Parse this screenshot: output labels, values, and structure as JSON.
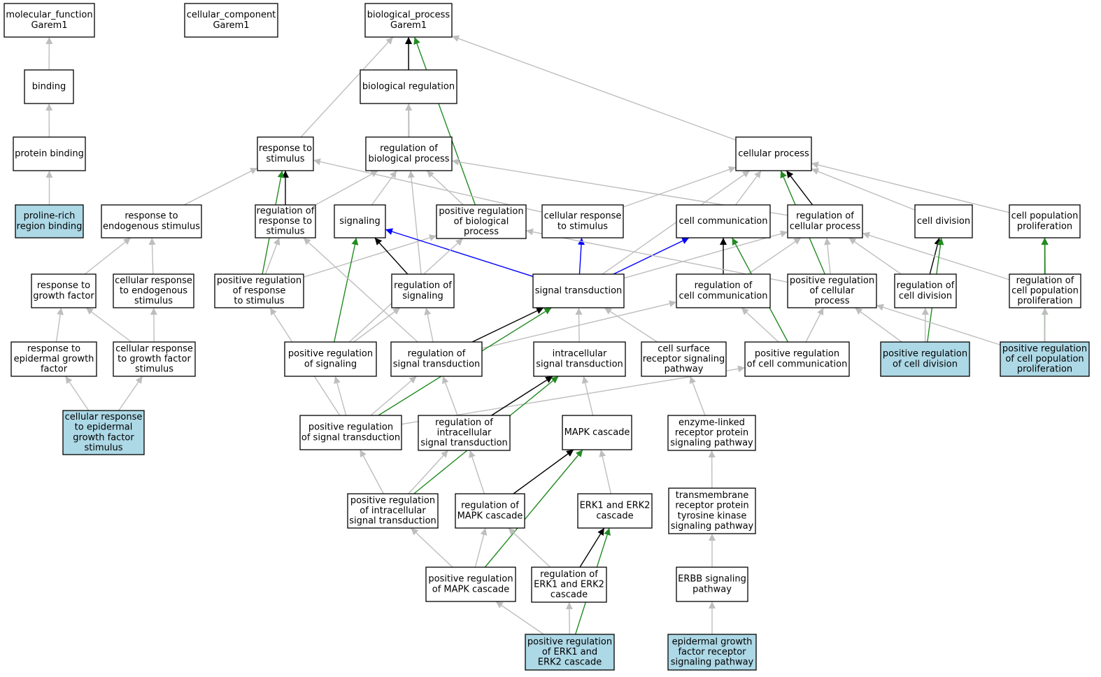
{
  "colors": {
    "leaf_fill": "#add8e6",
    "node_fill": "#ffffff",
    "is_a_edge": "#bebebe",
    "part_of_edge": "#000000",
    "positively_regulates_edge": "#228b22",
    "regulates_edge": "#0000ff"
  },
  "nodes": [
    {
      "id": "mf",
      "lines": [
        "molecular_function",
        "Garem1"
      ],
      "highlight": false
    },
    {
      "id": "cc",
      "lines": [
        "cellular_component",
        "Garem1"
      ],
      "highlight": false
    },
    {
      "id": "bp",
      "lines": [
        "biological_process",
        "Garem1"
      ],
      "highlight": false
    },
    {
      "id": "binding",
      "lines": [
        "binding"
      ],
      "highlight": false
    },
    {
      "id": "protbind",
      "lines": [
        "protein binding"
      ],
      "highlight": false
    },
    {
      "id": "proline",
      "lines": [
        "proline-rich",
        "region binding"
      ],
      "highlight": true
    },
    {
      "id": "bioreg",
      "lines": [
        "biological regulation"
      ],
      "highlight": false
    },
    {
      "id": "respstim",
      "lines": [
        "response to",
        "stimulus"
      ],
      "highlight": false
    },
    {
      "id": "regbio",
      "lines": [
        "regulation of",
        "biological process"
      ],
      "highlight": false
    },
    {
      "id": "cellproc",
      "lines": [
        "cellular process"
      ],
      "highlight": false
    },
    {
      "id": "respendo",
      "lines": [
        "response to",
        "endogenous stimulus"
      ],
      "highlight": false
    },
    {
      "id": "regresp",
      "lines": [
        "regulation of",
        "response to",
        "stimulus"
      ],
      "highlight": false
    },
    {
      "id": "signaling",
      "lines": [
        "signaling"
      ],
      "highlight": false
    },
    {
      "id": "posregbio",
      "lines": [
        "positive regulation",
        "of biological",
        "process"
      ],
      "highlight": false
    },
    {
      "id": "cellrespstim",
      "lines": [
        "cellular response",
        "to stimulus"
      ],
      "highlight": false
    },
    {
      "id": "cellcomm",
      "lines": [
        "cell communication"
      ],
      "highlight": false
    },
    {
      "id": "regcellproc",
      "lines": [
        "regulation of",
        "cellular process"
      ],
      "highlight": false
    },
    {
      "id": "celldiv",
      "lines": [
        "cell division"
      ],
      "highlight": false
    },
    {
      "id": "cellpop",
      "lines": [
        "cell population",
        "proliferation"
      ],
      "highlight": false
    },
    {
      "id": "respgf",
      "lines": [
        "response to",
        "growth factor"
      ],
      "highlight": false
    },
    {
      "id": "cellrespendo",
      "lines": [
        "cellular response",
        "to endogenous",
        "stimulus"
      ],
      "highlight": false
    },
    {
      "id": "posregresp",
      "lines": [
        "positive regulation",
        "of response",
        "to stimulus"
      ],
      "highlight": false
    },
    {
      "id": "regsig",
      "lines": [
        "regulation of",
        "signaling"
      ],
      "highlight": false
    },
    {
      "id": "sigtrans",
      "lines": [
        "signal transduction"
      ],
      "highlight": false
    },
    {
      "id": "regcellcomm",
      "lines": [
        "regulation of",
        "cell communication"
      ],
      "highlight": false
    },
    {
      "id": "posregcellproc",
      "lines": [
        "positive regulation",
        "of cellular",
        "process"
      ],
      "highlight": false
    },
    {
      "id": "regcelldiv",
      "lines": [
        "regulation of",
        "cell division"
      ],
      "highlight": false
    },
    {
      "id": "regcellpop",
      "lines": [
        "regulation of",
        "cell population",
        "proliferation"
      ],
      "highlight": false
    },
    {
      "id": "respegf",
      "lines": [
        "response to",
        "epidermal growth",
        "factor"
      ],
      "highlight": false
    },
    {
      "id": "cellrespgf",
      "lines": [
        "cellular response",
        "to growth factor",
        "stimulus"
      ],
      "highlight": false
    },
    {
      "id": "posregsig",
      "lines": [
        "positive regulation",
        "of signaling"
      ],
      "highlight": false
    },
    {
      "id": "regsigtrans",
      "lines": [
        "regulation of",
        "signal transduction"
      ],
      "highlight": false
    },
    {
      "id": "intrasig",
      "lines": [
        "intracellular",
        "signal transduction"
      ],
      "highlight": false
    },
    {
      "id": "cellsurf",
      "lines": [
        "cell surface",
        "receptor signaling",
        "pathway"
      ],
      "highlight": false
    },
    {
      "id": "posregcellcomm",
      "lines": [
        "positive regulation",
        "of cell communication"
      ],
      "highlight": false
    },
    {
      "id": "posregcelldiv",
      "lines": [
        "positive regulation",
        "of cell division"
      ],
      "highlight": true
    },
    {
      "id": "posregcellpop",
      "lines": [
        "positive regulation",
        "of cell population",
        "proliferation"
      ],
      "highlight": true
    },
    {
      "id": "cellrespegf",
      "lines": [
        "cellular response",
        "to epidermal",
        "growth factor",
        "stimulus"
      ],
      "highlight": true
    },
    {
      "id": "posregsigtrans",
      "lines": [
        "positive regulation",
        "of signal transduction"
      ],
      "highlight": false
    },
    {
      "id": "regintra",
      "lines": [
        "regulation of",
        "intracellular",
        "signal transduction"
      ],
      "highlight": false
    },
    {
      "id": "mapk",
      "lines": [
        "MAPK cascade"
      ],
      "highlight": false
    },
    {
      "id": "enzyme",
      "lines": [
        "enzyme-linked",
        "receptor protein",
        "signaling pathway"
      ],
      "highlight": false
    },
    {
      "id": "posregintra",
      "lines": [
        "positive regulation",
        "of intracellular",
        "signal transduction"
      ],
      "highlight": false
    },
    {
      "id": "regmapk",
      "lines": [
        "regulation of",
        "MAPK cascade"
      ],
      "highlight": false
    },
    {
      "id": "erk",
      "lines": [
        "ERK1 and ERK2",
        "cascade"
      ],
      "highlight": false
    },
    {
      "id": "rtk",
      "lines": [
        "transmembrane",
        "receptor protein",
        "tyrosine kinase",
        "signaling pathway"
      ],
      "highlight": false
    },
    {
      "id": "posregmapk",
      "lines": [
        "positive regulation",
        "of MAPK cascade"
      ],
      "highlight": false
    },
    {
      "id": "regerk",
      "lines": [
        "regulation of",
        "ERK1 and ERK2",
        "cascade"
      ],
      "highlight": false
    },
    {
      "id": "erbb",
      "lines": [
        "ERBB signaling",
        "pathway"
      ],
      "highlight": false
    },
    {
      "id": "posregerk",
      "lines": [
        "positive regulation",
        "of ERK1 and",
        "ERK2 cascade"
      ],
      "highlight": true
    },
    {
      "id": "egfr",
      "lines": [
        "epidermal growth",
        "factor receptor",
        "signaling pathway"
      ],
      "highlight": true
    }
  ],
  "edges": [
    {
      "from": "binding",
      "to": "mf",
      "type": "is_a"
    },
    {
      "from": "protbind",
      "to": "binding",
      "type": "is_a"
    },
    {
      "from": "proline",
      "to": "protbind",
      "type": "is_a"
    },
    {
      "from": "bioreg",
      "to": "bp",
      "type": "is_a"
    },
    {
      "from": "respstim",
      "to": "bp",
      "type": "is_a"
    },
    {
      "from": "regbio",
      "to": "bp",
      "type": "part_of"
    },
    {
      "from": "regbio",
      "to": "bioreg",
      "type": "is_a"
    },
    {
      "from": "posregbio",
      "to": "bp",
      "type": "positively_regulates"
    },
    {
      "from": "cellproc",
      "to": "bp",
      "type": "is_a"
    },
    {
      "from": "respendo",
      "to": "respstim",
      "type": "is_a"
    },
    {
      "from": "regresp",
      "to": "respstim",
      "type": "part_of"
    },
    {
      "from": "regresp",
      "to": "regbio",
      "type": "is_a"
    },
    {
      "from": "signaling",
      "to": "regbio",
      "type": "is_a"
    },
    {
      "from": "posregbio",
      "to": "regbio",
      "type": "is_a"
    },
    {
      "from": "cellrespstim",
      "to": "respstim",
      "type": "is_a"
    },
    {
      "from": "cellrespstim",
      "to": "cellproc",
      "type": "is_a"
    },
    {
      "from": "cellcomm",
      "to": "cellproc",
      "type": "is_a"
    },
    {
      "from": "regcellproc",
      "to": "cellproc",
      "type": "part_of"
    },
    {
      "from": "regcellproc",
      "to": "regbio",
      "type": "is_a"
    },
    {
      "from": "celldiv",
      "to": "cellproc",
      "type": "is_a"
    },
    {
      "from": "cellpop",
      "to": "cellproc",
      "type": "is_a"
    },
    {
      "from": "respgf",
      "to": "respendo",
      "type": "is_a"
    },
    {
      "from": "cellrespendo",
      "to": "respendo",
      "type": "is_a"
    },
    {
      "from": "posregresp",
      "to": "respstim",
      "type": "positively_regulates"
    },
    {
      "from": "posregresp",
      "to": "regresp",
      "type": "is_a"
    },
    {
      "from": "posregresp",
      "to": "posregbio",
      "type": "is_a"
    },
    {
      "from": "regsig",
      "to": "signaling",
      "type": "part_of"
    },
    {
      "from": "regsig",
      "to": "regbio",
      "type": "is_a"
    },
    {
      "from": "sigtrans",
      "to": "signaling",
      "type": "regulates"
    },
    {
      "from": "sigtrans",
      "to": "cellrespstim",
      "type": "regulates"
    },
    {
      "from": "sigtrans",
      "to": "cellcomm",
      "type": "regulates"
    },
    {
      "from": "sigtrans",
      "to": "cellproc",
      "type": "is_a"
    },
    {
      "from": "sigtrans",
      "to": "regcellproc",
      "type": "is_a"
    },
    {
      "from": "regcellcomm",
      "to": "cellcomm",
      "type": "part_of"
    },
    {
      "from": "regcellcomm",
      "to": "regcellproc",
      "type": "is_a"
    },
    {
      "from": "posregcellproc",
      "to": "cellproc",
      "type": "positively_regulates"
    },
    {
      "from": "posregcellproc",
      "to": "regcellproc",
      "type": "is_a"
    },
    {
      "from": "posregcellproc",
      "to": "posregbio",
      "type": "is_a"
    },
    {
      "from": "regcelldiv",
      "to": "celldiv",
      "type": "part_of"
    },
    {
      "from": "regcelldiv",
      "to": "regcellproc",
      "type": "is_a"
    },
    {
      "from": "regcellpop",
      "to": "cellpop",
      "type": "part_of"
    },
    {
      "from": "regcellpop",
      "to": "regcellproc",
      "type": "is_a"
    },
    {
      "from": "respegf",
      "to": "respgf",
      "type": "is_a"
    },
    {
      "from": "cellrespgf",
      "to": "respgf",
      "type": "is_a"
    },
    {
      "from": "cellrespgf",
      "to": "cellrespendo",
      "type": "is_a"
    },
    {
      "from": "posregsig",
      "to": "signaling",
      "type": "positively_regulates"
    },
    {
      "from": "posregsig",
      "to": "regsig",
      "type": "is_a"
    },
    {
      "from": "posregsig",
      "to": "posregbio",
      "type": "is_a"
    },
    {
      "from": "regsigtrans",
      "to": "sigtrans",
      "type": "part_of"
    },
    {
      "from": "regsigtrans",
      "to": "regsig",
      "type": "is_a"
    },
    {
      "from": "regsigtrans",
      "to": "regresp",
      "type": "is_a"
    },
    {
      "from": "regsigtrans",
      "to": "regcellcomm",
      "type": "is_a"
    },
    {
      "from": "intrasig",
      "to": "sigtrans",
      "type": "is_a"
    },
    {
      "from": "cellsurf",
      "to": "sigtrans",
      "type": "is_a"
    },
    {
      "from": "posregcellcomm",
      "to": "cellcomm",
      "type": "positively_regulates"
    },
    {
      "from": "posregcellcomm",
      "to": "regcellcomm",
      "type": "is_a"
    },
    {
      "from": "posregcellcomm",
      "to": "posregcellproc",
      "type": "is_a"
    },
    {
      "from": "posregcelldiv",
      "to": "celldiv",
      "type": "positively_regulates"
    },
    {
      "from": "posregcelldiv",
      "to": "regcelldiv",
      "type": "is_a"
    },
    {
      "from": "posregcelldiv",
      "to": "posregcellproc",
      "type": "is_a"
    },
    {
      "from": "posregcellpop",
      "to": "cellpop",
      "type": "positively_regulates"
    },
    {
      "from": "posregcellpop",
      "to": "regcellpop",
      "type": "is_a"
    },
    {
      "from": "posregcellpop",
      "to": "posregcellproc",
      "type": "is_a"
    },
    {
      "from": "cellrespegf",
      "to": "respegf",
      "type": "is_a"
    },
    {
      "from": "cellrespegf",
      "to": "cellrespgf",
      "type": "is_a"
    },
    {
      "from": "posregsigtrans",
      "to": "sigtrans",
      "type": "positively_regulates"
    },
    {
      "from": "posregsigtrans",
      "to": "regsigtrans",
      "type": "is_a"
    },
    {
      "from": "posregsigtrans",
      "to": "posregsig",
      "type": "is_a"
    },
    {
      "from": "posregsigtrans",
      "to": "posregresp",
      "type": "is_a"
    },
    {
      "from": "posregsigtrans",
      "to": "posregcellcomm",
      "type": "is_a"
    },
    {
      "from": "regintra",
      "to": "intrasig",
      "type": "part_of"
    },
    {
      "from": "regintra",
      "to": "regsigtrans",
      "type": "is_a"
    },
    {
      "from": "mapk",
      "to": "intrasig",
      "type": "is_a"
    },
    {
      "from": "enzyme",
      "to": "cellsurf",
      "type": "is_a"
    },
    {
      "from": "posregintra",
      "to": "intrasig",
      "type": "positively_regulates"
    },
    {
      "from": "posregintra",
      "to": "regintra",
      "type": "is_a"
    },
    {
      "from": "posregintra",
      "to": "posregsigtrans",
      "type": "is_a"
    },
    {
      "from": "regmapk",
      "to": "mapk",
      "type": "part_of"
    },
    {
      "from": "regmapk",
      "to": "regintra",
      "type": "is_a"
    },
    {
      "from": "erk",
      "to": "mapk",
      "type": "is_a"
    },
    {
      "from": "rtk",
      "to": "enzyme",
      "type": "is_a"
    },
    {
      "from": "posregmapk",
      "to": "mapk",
      "type": "positively_regulates"
    },
    {
      "from": "posregmapk",
      "to": "regmapk",
      "type": "is_a"
    },
    {
      "from": "posregmapk",
      "to": "posregintra",
      "type": "is_a"
    },
    {
      "from": "regerk",
      "to": "erk",
      "type": "part_of"
    },
    {
      "from": "regerk",
      "to": "regmapk",
      "type": "is_a"
    },
    {
      "from": "erbb",
      "to": "rtk",
      "type": "is_a"
    },
    {
      "from": "posregerk",
      "to": "erk",
      "type": "positively_regulates"
    },
    {
      "from": "posregerk",
      "to": "regerk",
      "type": "is_a"
    },
    {
      "from": "posregerk",
      "to": "posregmapk",
      "type": "is_a"
    },
    {
      "from": "egfr",
      "to": "erbb",
      "type": "is_a"
    }
  ]
}
